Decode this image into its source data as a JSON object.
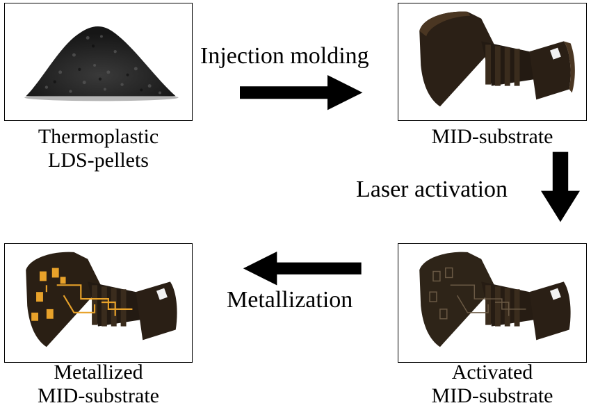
{
  "stages": {
    "pellets": {
      "caption_line1": "Thermoplastic",
      "caption_line2": "LDS-pellets"
    },
    "substrate": {
      "caption_line1": "MID-substrate"
    },
    "activated": {
      "caption_line1": "Activated",
      "caption_line2": "MID-substrate"
    },
    "metallized": {
      "caption_line1": "Metallized",
      "caption_line2": "MID-substrate"
    }
  },
  "steps": {
    "injection": "Injection molding",
    "laser": "Laser activation",
    "metallization": "Metallization"
  }
}
